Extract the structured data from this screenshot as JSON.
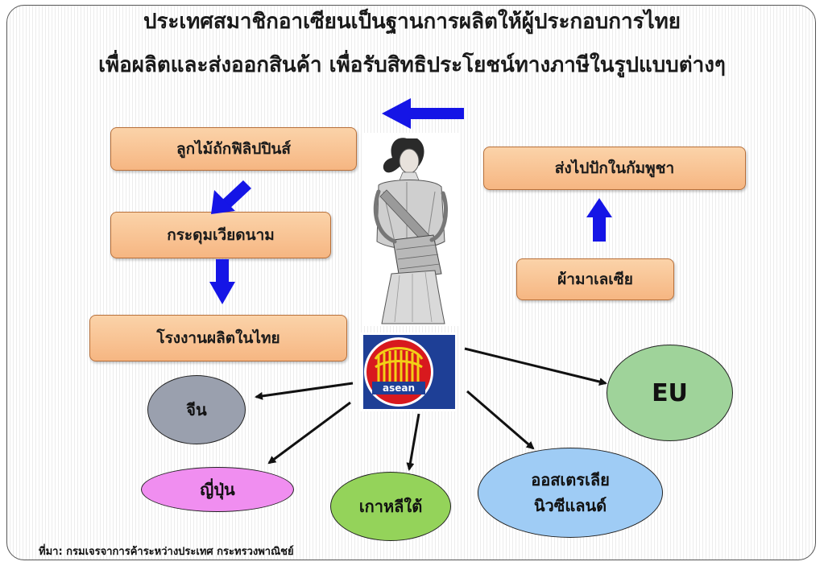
{
  "title": {
    "line1": "ประเทศสมาชิกอาเซียนเป็นฐานการผลิตให้ผู้ประกอบการไทย",
    "line2": "เพื่อผลิตและส่งออกสินค้า เพื่อรับสิทธิประโยชน์ทางภาษีในรูปแบบต่างๆ"
  },
  "boxes": {
    "philippines": "ลูกไม้ถักฟิลิปปินส์",
    "vietnam": "กระดุมเวียดนาม",
    "thai_factory": "โรงงานผลิตในไทย",
    "cambodia": "ส่งไปปักในกัมพูชา",
    "malaysia": "ผ้ามาเลเซีย"
  },
  "destinations": {
    "china": "จีน",
    "eu": "EU",
    "japan": "ญี่ปุ่น",
    "korea": "เกาหลีใต้",
    "aus_line1": "ออสเตรเลีย",
    "aus_line2": "นิวซีแลนด์"
  },
  "logo": {
    "text": "asean"
  },
  "source": "ที่มา: กรมเจรจาการค้าระหว่างประเทศ กระทรวงพาณิชย์",
  "colors": {
    "box_fill": "#f8c493",
    "arrow_blue": "#1515e6",
    "china": "#9aa0ae",
    "eu": "#9fd39a",
    "japan": "#f08ef0",
    "korea": "#94d35a",
    "aus": "#9fccf5"
  }
}
